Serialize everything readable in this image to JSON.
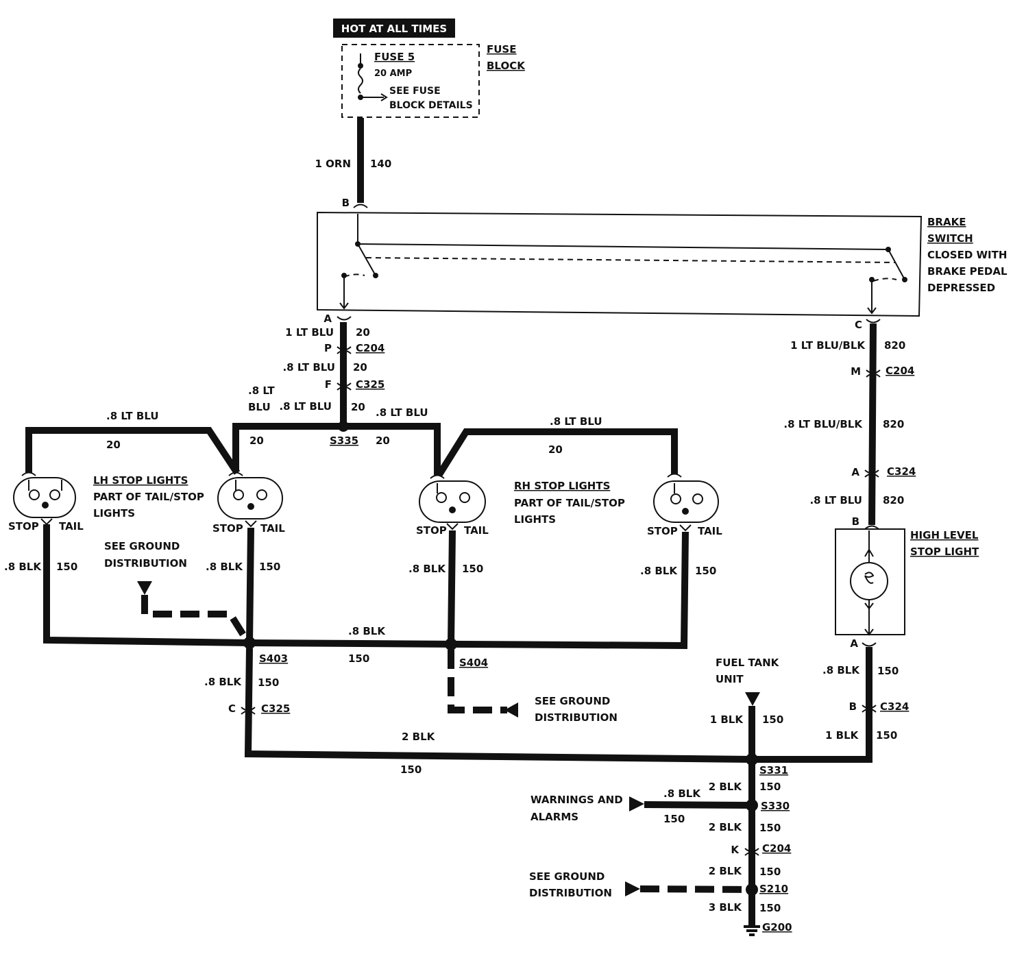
{
  "power": {
    "hot_label": "HOT AT ALL TIMES",
    "fuse_name": "FUSE 5",
    "fuse_rating": "20 AMP",
    "fuse_details_1": "SEE FUSE",
    "fuse_details_2": "BLOCK DETAILS",
    "fuse_block_1": "FUSE",
    "fuse_block_2": "BLOCK",
    "wire_color": "1 ORN",
    "wire_circuit": "140"
  },
  "brake_switch": {
    "title_1": "BRAKE",
    "title_2": "SWITCH",
    "desc_1": "CLOSED WITH",
    "desc_2": "BRAKE PEDAL",
    "desc_3": "DEPRESSED",
    "pin_b": "B",
    "pin_a": "A",
    "pin_c": "C"
  },
  "left_feed": {
    "w1_color": "1 LT BLU",
    "w1_circuit": "20",
    "pin_p": "P",
    "conn1": "C204",
    "w2_color": ".8 LT BLU",
    "w2_circuit": "20",
    "pin_f": "F",
    "conn2": "C325",
    "w3_color": ".8 LT BLU",
    "w3_circuit": "20",
    "splice": "S335"
  },
  "lh_branches": {
    "outer_color": ".8 LT BLU",
    "outer_circuit": "20",
    "inner_color_1": ".8 LT",
    "inner_color_2": "BLU",
    "inner_circuit": "20"
  },
  "rh_branches": {
    "inner_color": ".8 LT BLU",
    "inner_circuit": "20",
    "outer_color": ".8 LT BLU",
    "outer_circuit": "20"
  },
  "lh_lights": {
    "title": "LH STOP LIGHTS",
    "desc_1": "PART OF TAIL/STOP",
    "desc_2": "LIGHTS",
    "stop": "STOP",
    "tail": "TAIL",
    "l1_color": ".8 BLK",
    "l1_circuit": "150",
    "l2_color": ".8 BLK",
    "l2_circuit": "150",
    "ground_1": "SEE GROUND",
    "ground_2": "DISTRIBUTION"
  },
  "rh_lights": {
    "title": "RH STOP LIGHTS",
    "desc_1": "PART OF TAIL/STOP",
    "desc_2": "LIGHTS",
    "stop": "STOP",
    "tail": "TAIL",
    "l1_color": ".8 BLK",
    "l1_circuit": "150",
    "l2_color": ".8 BLK",
    "l2_circuit": "150"
  },
  "ground_bus": {
    "s403": "S403",
    "s404": "S404",
    "bus_color": ".8 BLK",
    "bus_circuit": "150",
    "down_color": ".8 BLK",
    "down_circuit": "150",
    "pin_c": "C",
    "conn": "C325",
    "ground_1": "SEE GROUND",
    "ground_2": "DISTRIBUTION",
    "main_color": "2 BLK",
    "main_circuit": "150"
  },
  "high_level": {
    "w1_color": "1 LT BLU/BLK",
    "w1_circuit": "820",
    "pin_m": "M",
    "conn1": "C204",
    "w2_color": ".8 LT BLU/BLK",
    "w2_circuit": "820",
    "pin_a": "A",
    "conn2": "C324",
    "w3_color": ".8 LT BLU",
    "w3_circuit": "820",
    "pin_b": "B",
    "title_1": "HIGH LEVEL",
    "title_2": "STOP LIGHT",
    "out_pin_a": "A",
    "w4_color": ".8 BLK",
    "w4_circuit": "150",
    "out_pin_b": "B",
    "conn3": "C324",
    "w5_color": "1 BLK",
    "w5_circuit": "150"
  },
  "main_ground": {
    "fuel_1": "FUEL TANK",
    "fuel_2": "UNIT",
    "fuel_color": "1 BLK",
    "fuel_circuit": "150",
    "s331": "S331",
    "a_color": "2 BLK",
    "a_circuit": "150",
    "warn_1": "WARNINGS AND",
    "warn_2": "ALARMS",
    "warn_color": ".8 BLK",
    "warn_circuit": "150",
    "s330": "S330",
    "b_color": "2 BLK",
    "b_circuit": "150",
    "pin_k": "K",
    "conn": "C204",
    "c_color": "2 BLK",
    "c_circuit": "150",
    "gnd_1": "SEE GROUND",
    "gnd_2": "DISTRIBUTION",
    "s210": "S210",
    "d_color": "3 BLK",
    "d_circuit": "150",
    "g200": "G200"
  }
}
